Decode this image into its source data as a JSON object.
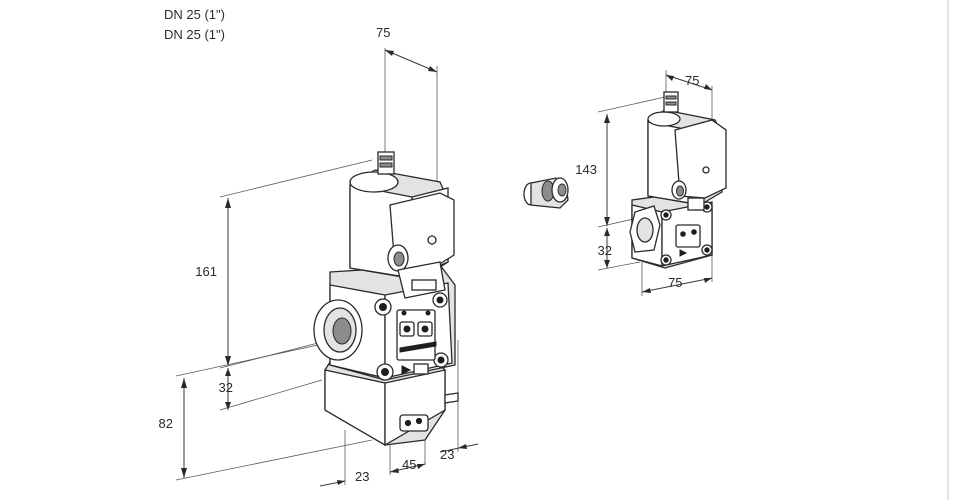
{
  "header": {
    "spec_lines": [
      "DN 25 (1\")",
      "DN 25 (1\")"
    ]
  },
  "dimensions": {
    "large_valve": {
      "top_width": "75",
      "height": "161",
      "flange_height": "32",
      "total_height": "82",
      "bottom_left": "23",
      "bottom_mid": "45",
      "bottom_right": "23"
    },
    "small_valve": {
      "top_width": "75",
      "height": "143",
      "flange_height": "32",
      "bottom_width": "75"
    }
  },
  "colors": {
    "line": "#2a2a2a",
    "shade": "#e3e3e3",
    "background": "#ffffff"
  },
  "icons": [
    "pressure-switch-icon",
    "cable-gland-icon",
    "solenoid-valve-icon"
  ]
}
